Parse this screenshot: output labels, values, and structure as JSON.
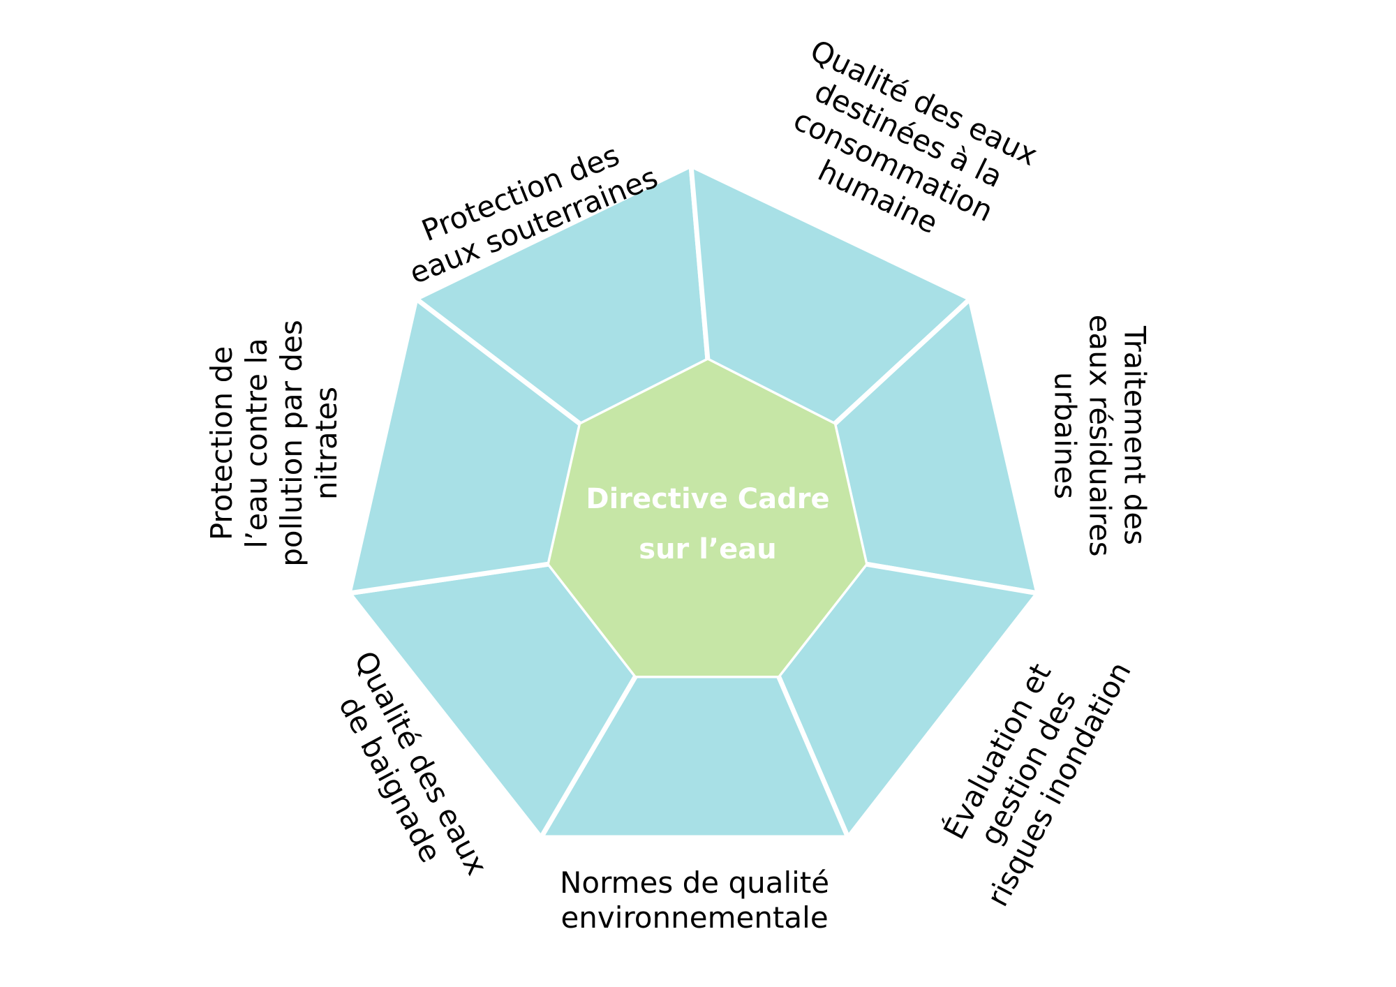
{
  "colors": {
    "background": "#ffffff",
    "segment_fill": "#a8e0e6",
    "segment_stroke": "#ffffff",
    "center_fill": "#c6e6a6",
    "center_text": "#ffffff",
    "label_text": "#000000"
  },
  "center": {
    "line1": "Directive Cadre",
    "line2": "sur l’eau"
  },
  "segments": [
    {
      "text": "Protection des\neaux souterraines"
    },
    {
      "text": "Qualité des eaux\ndestinées à la\nconsommation\nhumaine"
    },
    {
      "text": "Traitement des\neaux résiduaires\nurbaines"
    },
    {
      "text": "Évaluation et\ngestion des\nrisques inondation"
    },
    {
      "text": "Normes de qualité\nenvironnementale"
    },
    {
      "text": "Qualité des eaux\nde baignade"
    },
    {
      "text": "Protection de\nl’eau contre la\npollution par des\nnitrates"
    }
  ]
}
